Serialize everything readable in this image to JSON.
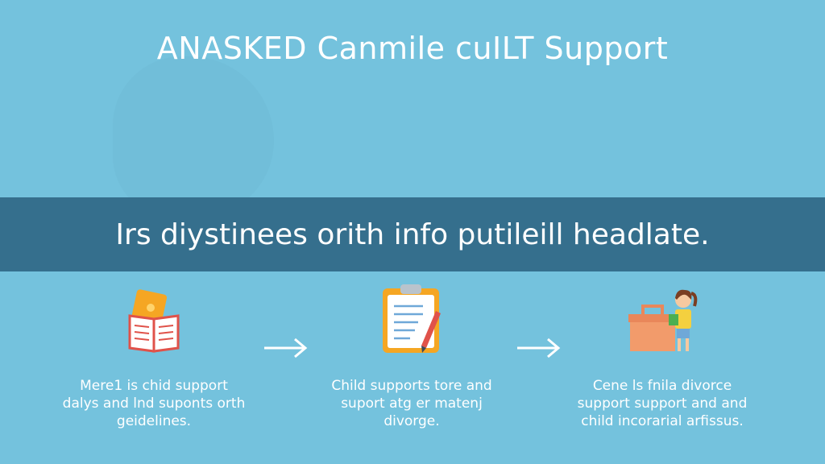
{
  "title": "ANASKED Canmile cuILT Support",
  "banner": "Irs diystinees orith info putileill headlate.",
  "steps": [
    {
      "icon": "open-book-icon",
      "caption": "Mere1 is chid support dalys and lnd suponts orth geidelines."
    },
    {
      "icon": "clipboard-checklist-icon",
      "caption": "Child supports tore and suport atg er matenj divorge."
    },
    {
      "icon": "child-with-box-icon",
      "caption": "Cene ls fnila divorce support support and and child incorarial arfissus."
    }
  ],
  "colors": {
    "background": "#74c2dd",
    "banner": "#356f8d",
    "text": "#ffffff"
  }
}
